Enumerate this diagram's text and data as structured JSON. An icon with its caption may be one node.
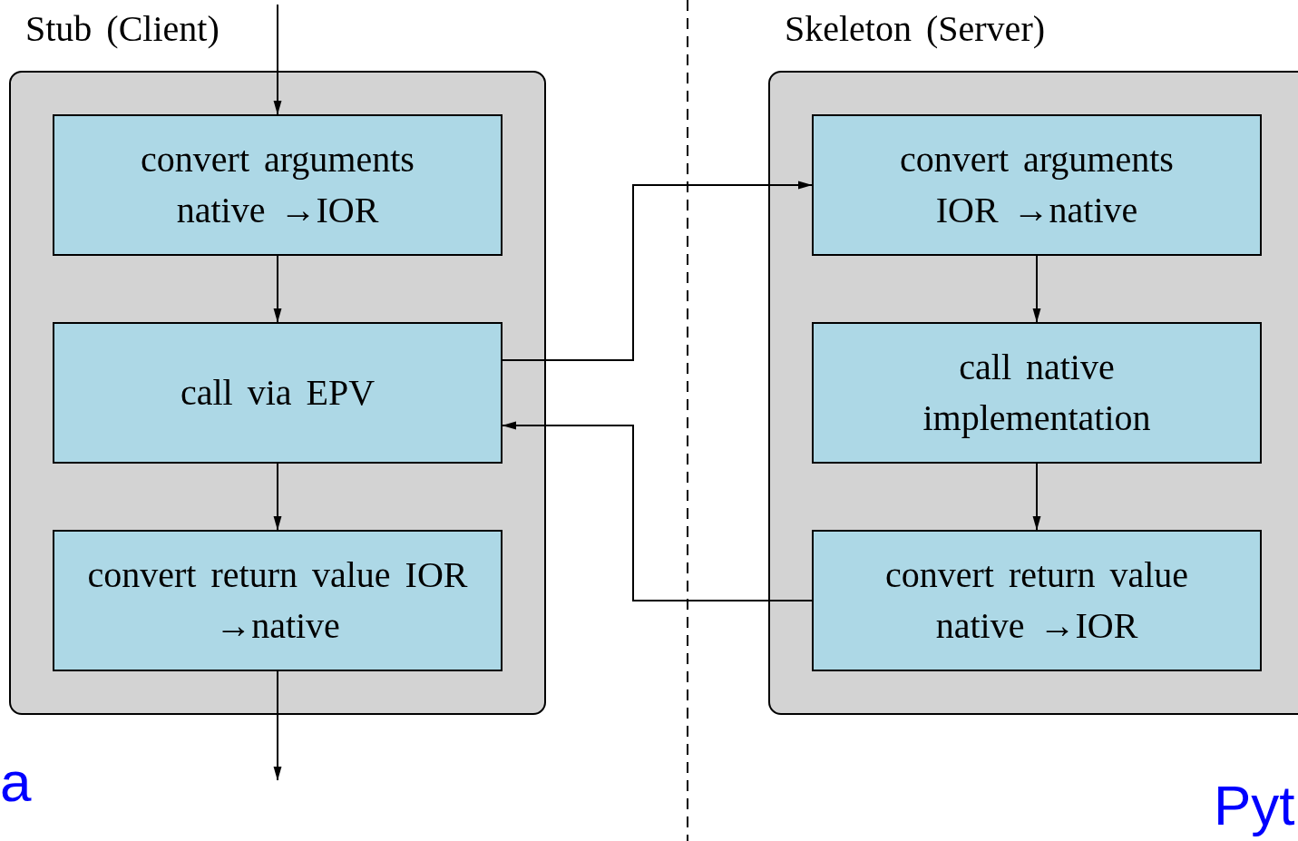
{
  "diagram": {
    "nodes": [
      {
        "text": [
          "Stub (Client)"
        ]
      },
      {
        "text": [
          "convert arguments native →IOR"
        ],
        "in": 0
      },
      {
        "text": [
          "call via EPV"
        ],
        "in": 0
      },
      {
        "text": [
          "convert return value IOR →native"
        ],
        "in": 0
      },
      {
        "text": [
          "Skeleton (Server)"
        ]
      },
      {
        "text": [
          "convert arguments IOR →native"
        ],
        "in": 4
      },
      {
        "text": [
          "call native implementation"
        ],
        "in": 4
      },
      {
        "text": [
          "convert return value native →IOR"
        ],
        "in": 4
      }
    ],
    "edges": [
      {
        "from": null,
        "to": 1,
        "arrow": "to"
      },
      {
        "from": 1,
        "to": 2,
        "arrow": "to"
      },
      {
        "from": 2,
        "to": 3,
        "arrow": "to"
      },
      {
        "from": 3,
        "to": null,
        "arrow": "to"
      },
      {
        "from": 2,
        "to": 5,
        "arrow": "to"
      },
      {
        "from": 7,
        "to": 2,
        "arrow": "to"
      },
      {
        "from": 5,
        "to": 6,
        "arrow": "to"
      },
      {
        "from": 6,
        "to": 7,
        "arrow": "to"
      }
    ],
    "labels": [
      "a",
      "Pyt"
    ]
  }
}
